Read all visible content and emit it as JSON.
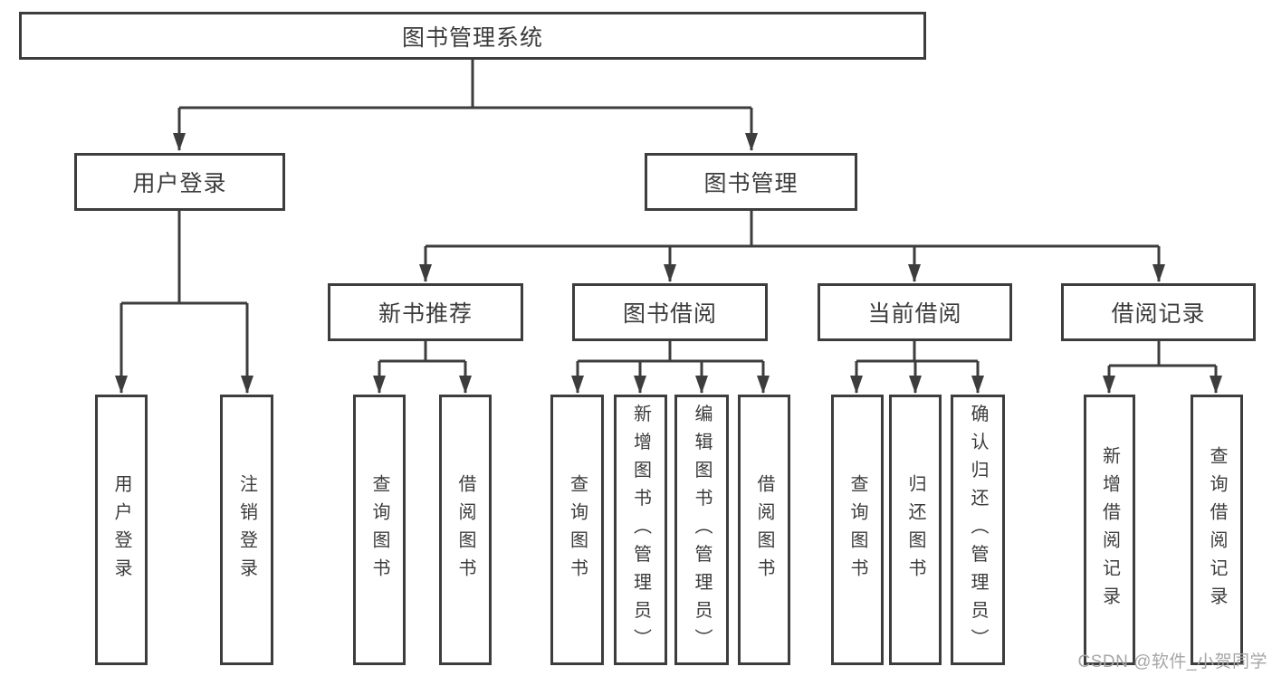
{
  "diagram": {
    "title": "图书管理系统",
    "branches": [
      {
        "label": "用户登录",
        "children": [
          "用户登录",
          "注销登录"
        ]
      },
      {
        "label": "图书管理",
        "children": [
          {
            "label": "新书推荐",
            "children": [
              "查询图书",
              "借阅图书"
            ]
          },
          {
            "label": "图书借阅",
            "children": [
              "查询图书",
              "新增图书（管理员）",
              "编辑图书（管理员）",
              "借阅图书"
            ]
          },
          {
            "label": "当前借阅",
            "children": [
              "查询图书",
              "归还图书",
              "确认归还（管理员）"
            ]
          },
          {
            "label": "借阅记录",
            "children": [
              "新增借阅记录",
              "查询借阅记录"
            ]
          }
        ]
      }
    ]
  },
  "watermark": {
    "text": "CSDN @软件_小贺同学"
  },
  "colors": {
    "line": "#3d3d3d",
    "text": "#3c3c3c",
    "background": "#ffffff",
    "watermark": "#a6a6a6"
  }
}
